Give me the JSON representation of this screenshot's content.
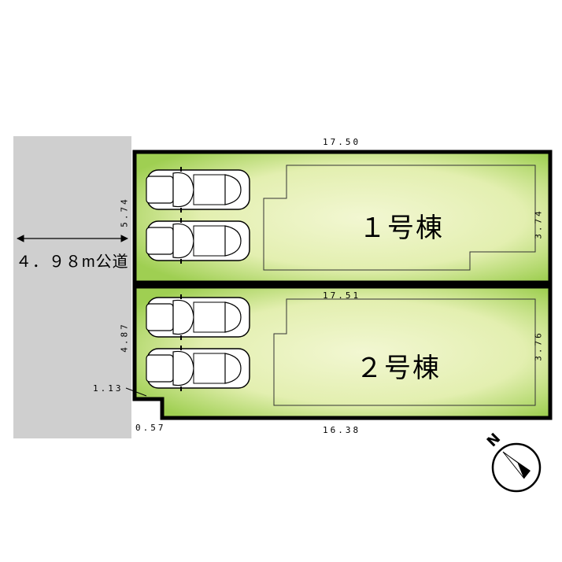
{
  "road": {
    "label": "４．９８m公道"
  },
  "buildings": [
    {
      "label": "１号棟"
    },
    {
      "label": "２号棟"
    }
  ],
  "dimensions": {
    "top": "17.50",
    "middle": "17.51",
    "bottom": "16.38",
    "lot1_left": "5.74",
    "lot1_right": "3.74",
    "lot2_left": "4.87",
    "lot2_right": "3.76",
    "corner_cut": "1.13",
    "corner_bottom": "0.57"
  },
  "compass": {
    "label": "N"
  },
  "colors": {
    "lot_fill_light": "#eef5c6",
    "lot_fill_dark": "#a8d25c",
    "road": "#cfcfcf"
  }
}
